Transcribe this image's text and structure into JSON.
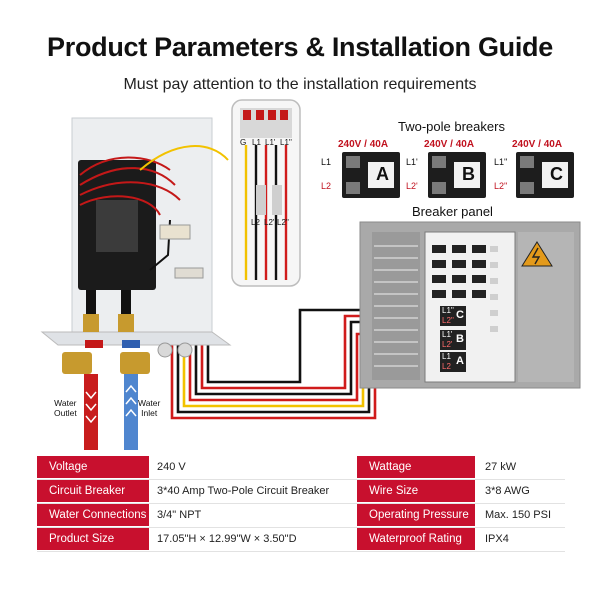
{
  "title": "Product Parameters & Installation Guide",
  "subtitle": "Must pay attention to the installation requirements",
  "wiring_labels": {
    "g": "G",
    "l1": "L1",
    "l1p": "L1'",
    "l1pp": "L1''",
    "l2": "L2",
    "l2p": "L2'",
    "l2pp": "L2''"
  },
  "water": {
    "outlet": "Water\nOutlet",
    "inlet": "Water\nInlet"
  },
  "breakers": {
    "heading": "Two-pole breakers",
    "items": [
      {
        "rating": "240V / 40A",
        "letter": "A",
        "l1": "L1",
        "l2": "L2"
      },
      {
        "rating": "240V / 40A",
        "letter": "B",
        "l1": "L1'",
        "l2": "L2'"
      },
      {
        "rating": "240V / 40A",
        "letter": "C",
        "l1": "L1''",
        "l2": "L2''"
      }
    ]
  },
  "panel": {
    "heading": "Breaker panel",
    "slots": [
      {
        "letter": "C",
        "l1": "L1''",
        "l2": "L2''"
      },
      {
        "letter": "B",
        "l1": "L1'",
        "l2": "L2'"
      },
      {
        "letter": "A",
        "l1": "L1",
        "l2": "L2"
      }
    ]
  },
  "specs": {
    "left": [
      {
        "label": "Voltage",
        "value": "240 V"
      },
      {
        "label": "Circuit Breaker",
        "value": "3*40 Amp Two-Pole Circuit Breaker"
      },
      {
        "label": "Water Connections",
        "value": "3/4\" NPT"
      },
      {
        "label": "Product Size",
        "value": "17.05\"H × 12.99\"W × 3.50\"D"
      }
    ],
    "right": [
      {
        "label": "Wattage",
        "value": "27 kW"
      },
      {
        "label": "Wire Size",
        "value": "3*8 AWG"
      },
      {
        "label": "Operating Pressure",
        "value": "Max. 150 PSI"
      },
      {
        "label": "Waterproof Rating",
        "value": "IPX4"
      }
    ]
  },
  "colors": {
    "accent": "#c8102e",
    "wire_red": "#d01b1b",
    "wire_yellow": "#f2c200",
    "wire_black": "#111111",
    "panel_gray": "#9a9a9a"
  }
}
